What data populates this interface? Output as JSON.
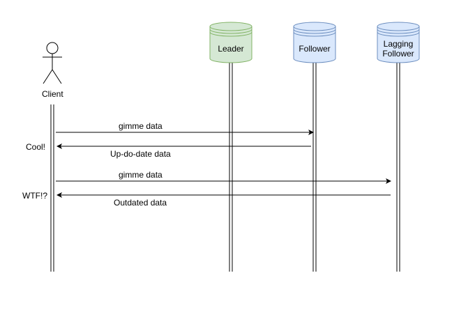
{
  "actor": {
    "name": "Client"
  },
  "participants": [
    {
      "id": "leader",
      "label": "Leader",
      "fill": "#d5e8d4",
      "stroke": "#82b366"
    },
    {
      "id": "follower",
      "label": "Follower",
      "fill": "#dae8fc",
      "stroke": "#6c8ebf"
    },
    {
      "id": "lagging",
      "label_line1": "Lagging",
      "label_line2": "Follower",
      "fill": "#dae8fc",
      "stroke": "#6c8ebf"
    }
  ],
  "messages": [
    {
      "label": "gimme data",
      "from": "Client",
      "to": "Follower"
    },
    {
      "label": "Up-do-date data",
      "from": "Follower",
      "to": "Client"
    },
    {
      "label": "gimme data",
      "from": "Client",
      "to": "Lagging Follower"
    },
    {
      "label": "Outdated data",
      "from": "Lagging Follower",
      "to": "Client"
    }
  ],
  "notes": [
    {
      "text": "Cool!"
    },
    {
      "text": "WTF!?"
    }
  ]
}
